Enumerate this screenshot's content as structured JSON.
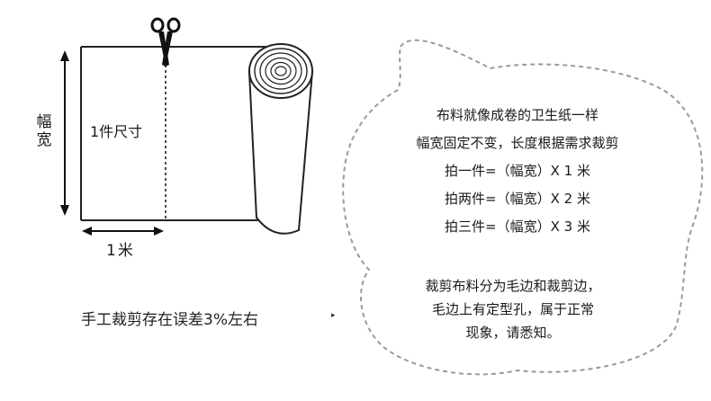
{
  "diagram": {
    "width_label": "幅宽",
    "piece_label": "1件尺寸",
    "length_label": "1米",
    "cut_note": "手工裁剪存在误差3%左右",
    "cut_note_arrow": "▸"
  },
  "bubble": {
    "lines": [
      "布料就像成卷的卫生纸一样",
      "幅宽固定不变，长度根据需求裁剪",
      "拍一件=（幅宽）X  1 米",
      "拍两件=（幅宽）X  2 米",
      "拍三件=（幅宽）X  3 米"
    ],
    "note_lines": [
      "裁剪布料分为毛边和裁剪边，",
      "毛边上有定型孔，属于正常",
      "现象，请悉知。"
    ]
  }
}
